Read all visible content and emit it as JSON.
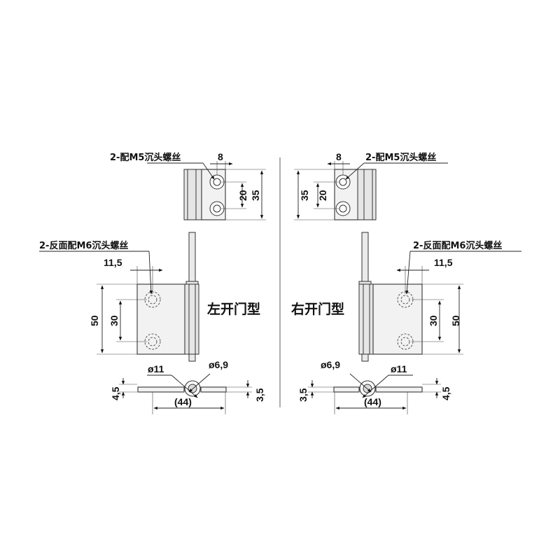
{
  "left": {
    "top_label": "2-配M5沉头螺丝",
    "dim_8": "8",
    "dim_20": "20",
    "dim_35": "35",
    "side_label": "2-反面配M6沉头螺丝",
    "dim_11_5": "11,5",
    "dim_50": "50",
    "dim_30": "30",
    "type_label": "左开门型",
    "dia_11": "ø11",
    "dia_6_9": "ø6,9",
    "dim_44": "(44)",
    "dim_4_5": "4,5",
    "dim_3_5": "3,5"
  },
  "right": {
    "top_label": "2-配M5沉头螺丝",
    "dim_8": "8",
    "dim_20": "20",
    "dim_35": "35",
    "side_label": "2-反面配M6沉头螺丝",
    "dim_11_5": "11,5",
    "dim_50": "50",
    "dim_30": "30",
    "type_label": "右开门型",
    "dia_11": "ø11",
    "dia_6_9": "ø6,9",
    "dim_44": "(44)",
    "dim_4_5": "4,5",
    "dim_3_5": "3,5"
  }
}
